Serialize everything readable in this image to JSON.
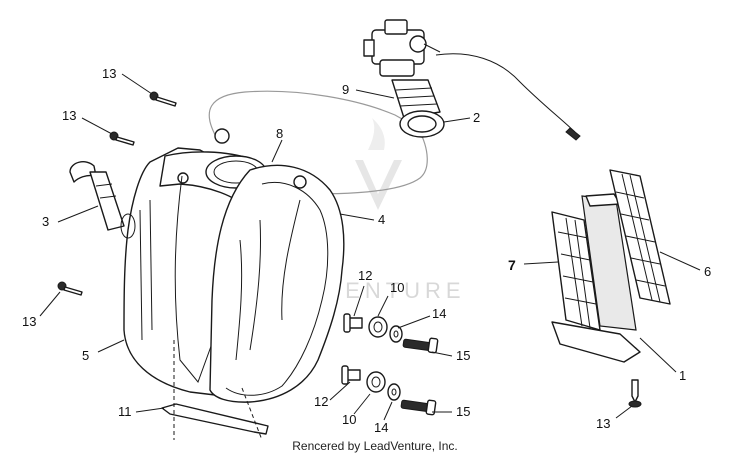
{
  "watermark": "LEADVENTURE",
  "credit": "Rencered by LeadVenture, Inc.",
  "callouts": [
    {
      "id": "c13a",
      "label": "13"
    },
    {
      "id": "c13b",
      "label": "13"
    },
    {
      "id": "c9",
      "label": "9"
    },
    {
      "id": "c2",
      "label": "2"
    },
    {
      "id": "c8",
      "label": "8"
    },
    {
      "id": "c3",
      "label": "3"
    },
    {
      "id": "c4",
      "label": "4"
    },
    {
      "id": "c12a",
      "label": "12"
    },
    {
      "id": "c10a",
      "label": "10"
    },
    {
      "id": "c14a",
      "label": "14"
    },
    {
      "id": "c15a",
      "label": "15"
    },
    {
      "id": "c13c",
      "label": "13"
    },
    {
      "id": "c5",
      "label": "5"
    },
    {
      "id": "c12b",
      "label": "12"
    },
    {
      "id": "c10b",
      "label": "10"
    },
    {
      "id": "c14b",
      "label": "14"
    },
    {
      "id": "c15b",
      "label": "15"
    },
    {
      "id": "c11",
      "label": "11"
    },
    {
      "id": "c7",
      "label": "7"
    },
    {
      "id": "c6",
      "label": "6"
    },
    {
      "id": "c1",
      "label": "1"
    },
    {
      "id": "c13d",
      "label": "13"
    }
  ]
}
